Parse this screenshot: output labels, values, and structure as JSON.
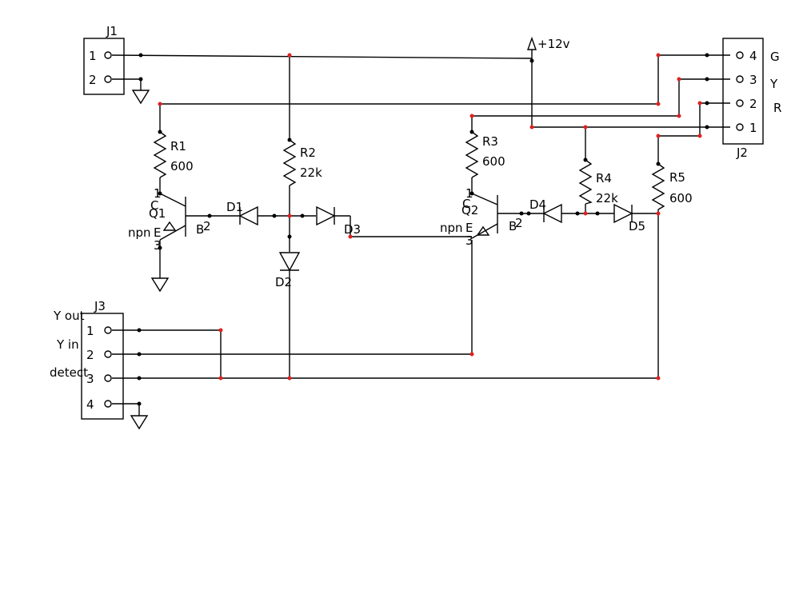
{
  "connectors": {
    "j1": {
      "ref": "J1",
      "pins": [
        "1",
        "2"
      ]
    },
    "j2": {
      "ref": "J2",
      "pins": [
        "4",
        "3",
        "2",
        "1"
      ],
      "pin_names": [
        "G",
        "Y",
        "R"
      ]
    },
    "j3": {
      "ref": "J3",
      "pins": [
        "1",
        "2",
        "3",
        "4"
      ],
      "pin_names": [
        "Y out",
        "Y in",
        "detect"
      ]
    }
  },
  "power": {
    "label": "+12v"
  },
  "resistors": [
    {
      "ref": "R1",
      "value": "600"
    },
    {
      "ref": "R2",
      "value": "22k"
    },
    {
      "ref": "R3",
      "value": "600"
    },
    {
      "ref": "R4",
      "value": "22k"
    },
    {
      "ref": "R5",
      "value": "600"
    }
  ],
  "diodes": [
    "D1",
    "D2",
    "D3",
    "D4",
    "D5"
  ],
  "transistors": [
    {
      "ref": "Q1",
      "model": "npn",
      "pins": {
        "c": "C",
        "b": "B",
        "e": "E"
      },
      "pin_nums": [
        "1",
        "2",
        "3"
      ]
    },
    {
      "ref": "Q2",
      "model": "npn",
      "pins": {
        "c": "C",
        "b": "B",
        "e": "E"
      },
      "pin_nums": [
        "1",
        "2",
        "3"
      ]
    }
  ]
}
